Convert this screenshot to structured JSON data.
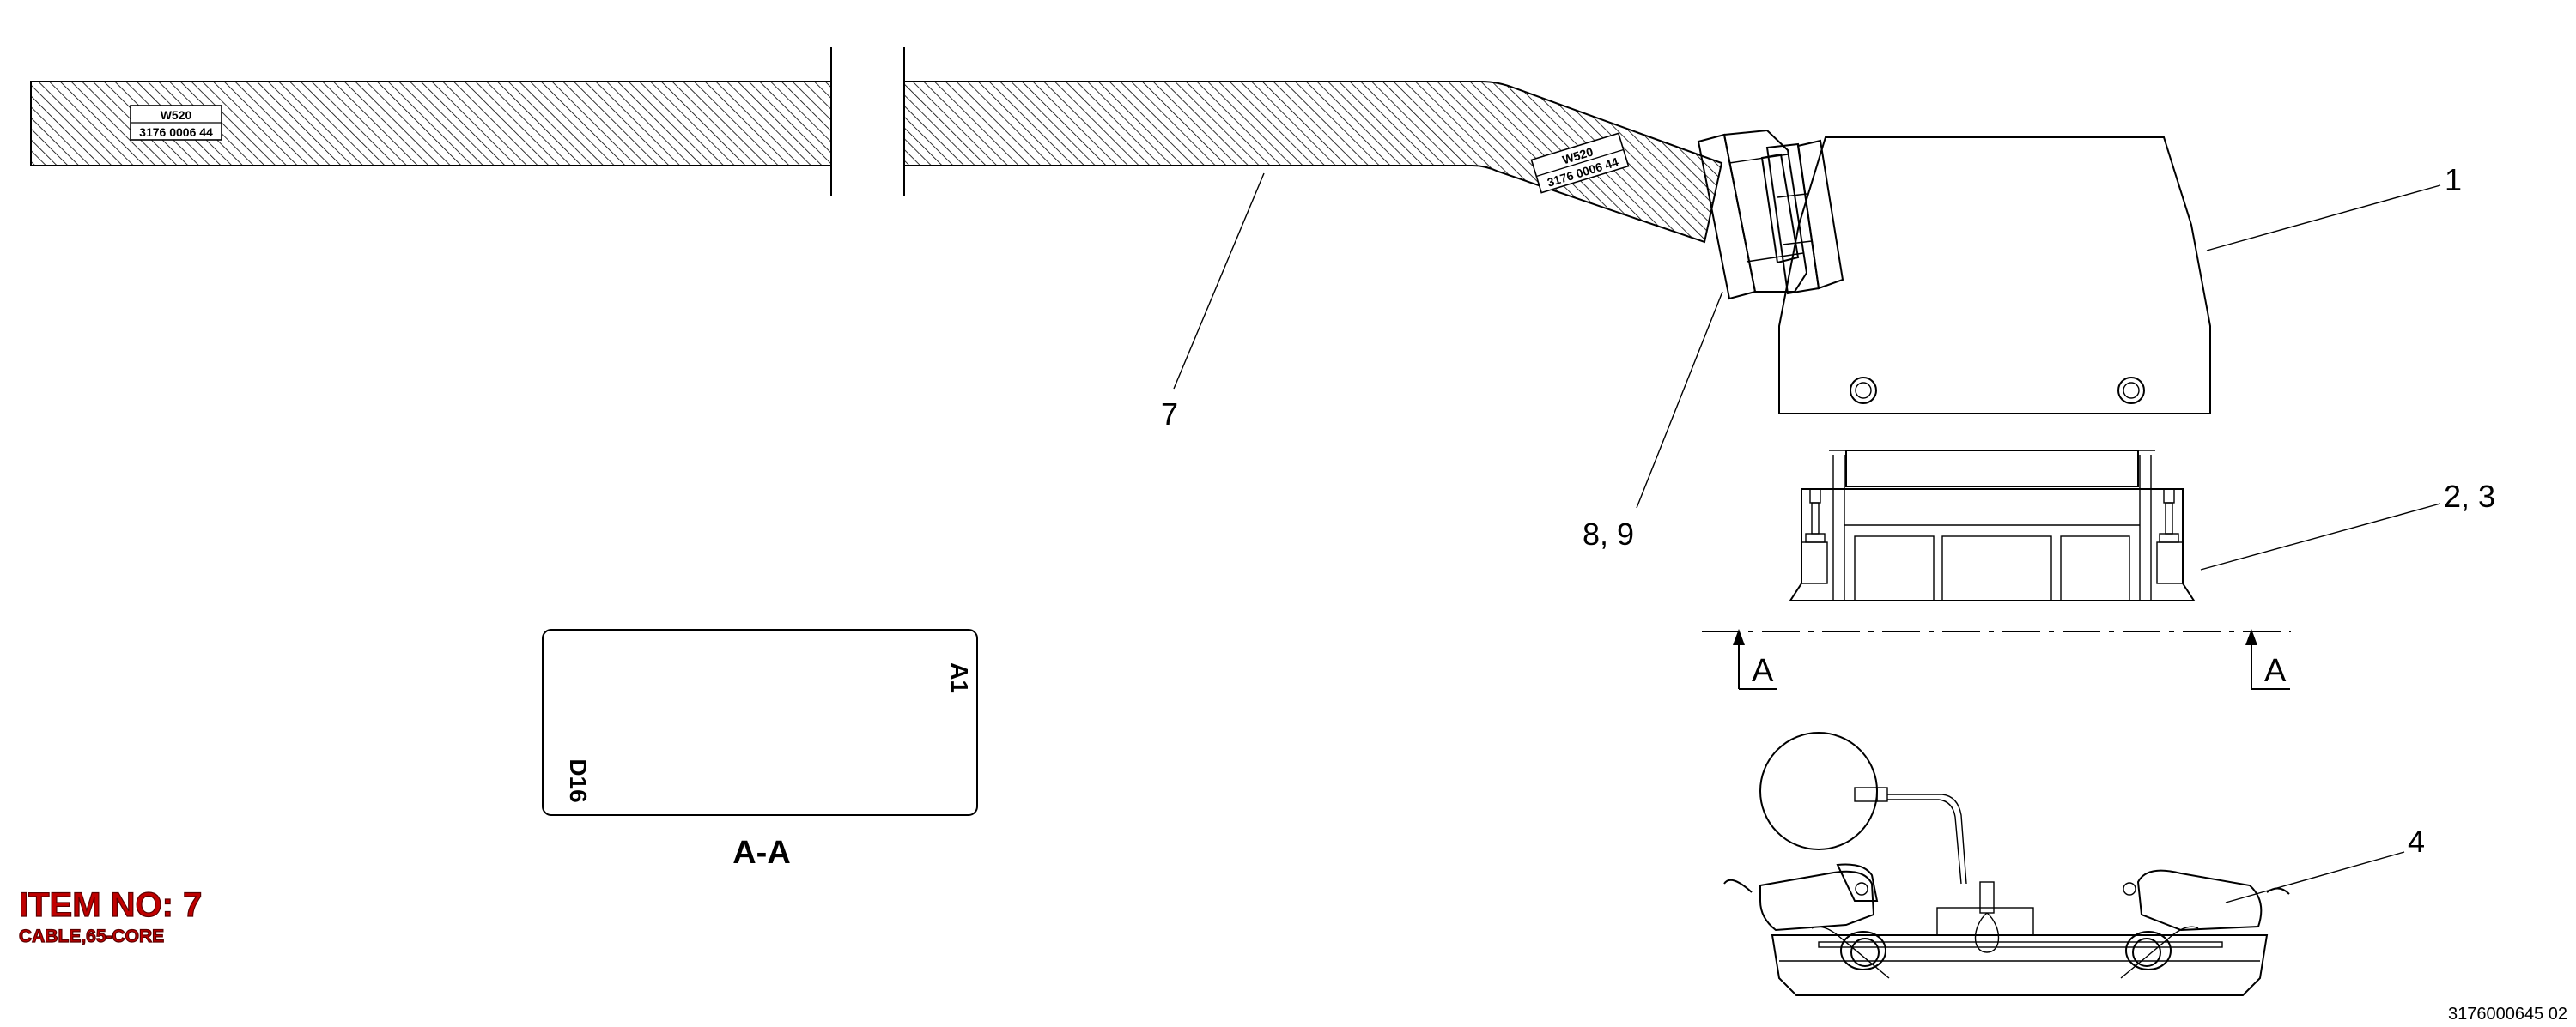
{
  "cable_tag": {
    "line1": "W520",
    "line2": "3176 0006 44"
  },
  "callouts": {
    "c1": "1",
    "c23": "2, 3",
    "c4": "4",
    "c7": "7",
    "c89": "8, 9"
  },
  "section": {
    "marker": "A",
    "title": "A-A",
    "pin_first": "A1",
    "pin_last": "D16"
  },
  "item": {
    "heading": "ITEM NO: 7",
    "description": "CABLE,65-CORE"
  },
  "drawing_number": "3176000645 02",
  "colors": {
    "item_text": "#c00000",
    "line": "#000000"
  }
}
